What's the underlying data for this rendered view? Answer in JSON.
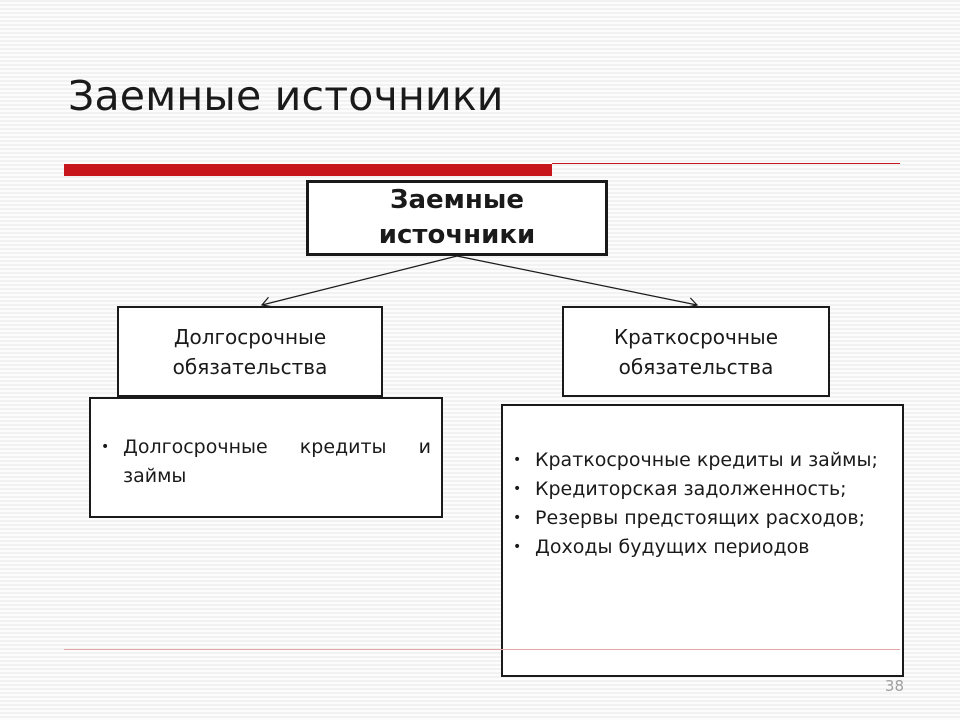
{
  "slide": {
    "title": "Заемные источники",
    "page_number": "38"
  },
  "diagram": {
    "root": "Заемные источники",
    "branches": [
      {
        "label": "Долгосрочные обязательства",
        "items": [
          "Долгосрочные кредиты и займы"
        ]
      },
      {
        "label": "Краткосрочные обязательства",
        "items": [
          "Краткосрочные кредиты и займы;",
          "Кредиторская задолженность;",
          "Резервы предстоящих расходов;",
          "Доходы будущих периодов"
        ]
      }
    ]
  },
  "colors": {
    "accent": "#c8161d",
    "text": "#1a1a1a",
    "page_number": "#a0a0a0"
  }
}
